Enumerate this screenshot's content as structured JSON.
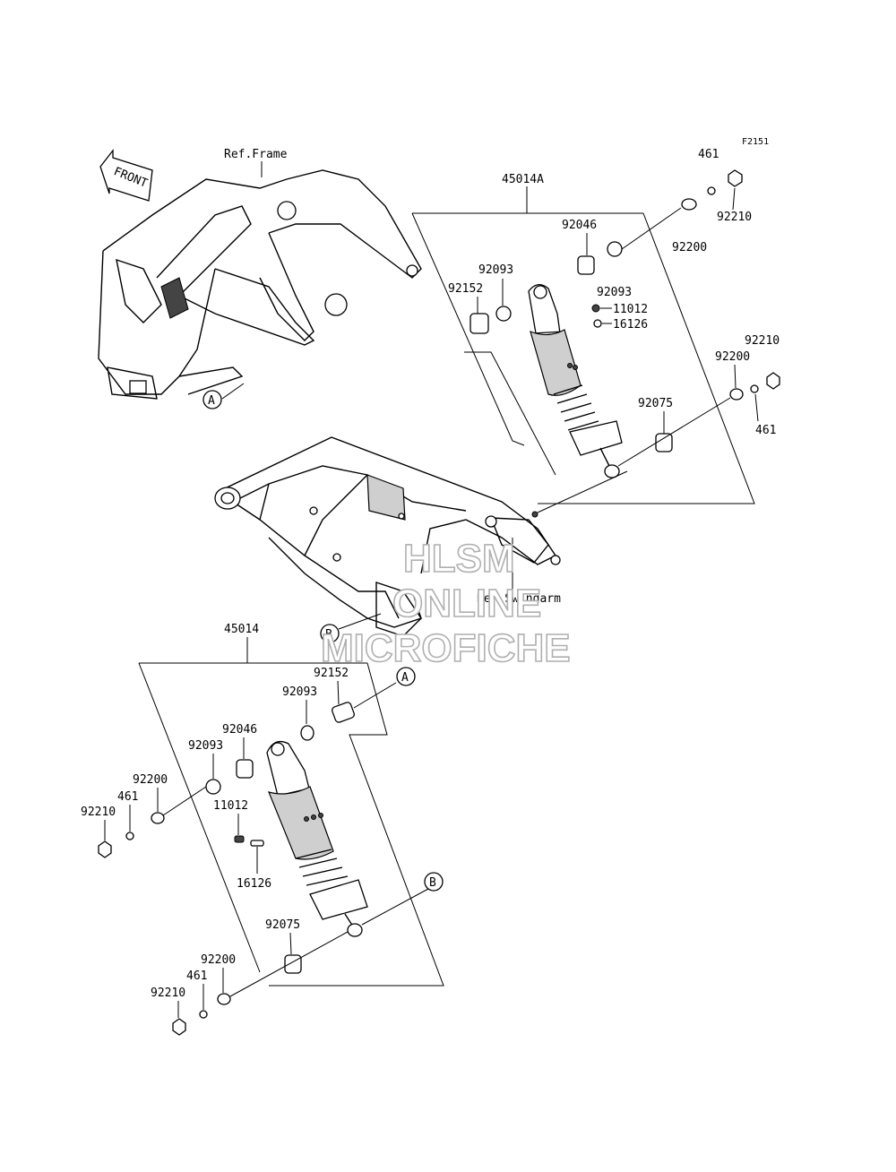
{
  "figure_code": "F2151",
  "front_label": "FRONT",
  "ref_frame": "Ref.Frame",
  "ref_swingarm": "Ref.Swingarm",
  "assembly_upper": "45014A",
  "assembly_lower": "45014",
  "callout_a": "A",
  "callout_b": "B",
  "watermark": {
    "line1": "HLSM",
    "line2": "ONLINE",
    "line3": "MICROFICHE"
  },
  "upper_parts": {
    "nut_top": "461",
    "cap_nut_top": "92210",
    "washer_top": "92200",
    "bearing": "92046",
    "seal_right": "92093",
    "seal_left": "92093",
    "collar": "92152",
    "fitting": "11012",
    "cap": "16126",
    "cap_nut_bottom": "92210",
    "washer_bottom": "92200",
    "nut_bottom": "461",
    "bushing": "92075"
  },
  "lower_parts": {
    "collar": "92152",
    "seal_top": "92093",
    "bearing": "92046",
    "seal_left": "92093",
    "washer_top": "92200",
    "nut_top": "461",
    "cap_nut_top": "92210",
    "fitting": "11012",
    "cap": "16126",
    "bushing": "92075",
    "washer_bottom": "92200",
    "nut_bottom": "461",
    "cap_nut_bottom": "92210"
  }
}
